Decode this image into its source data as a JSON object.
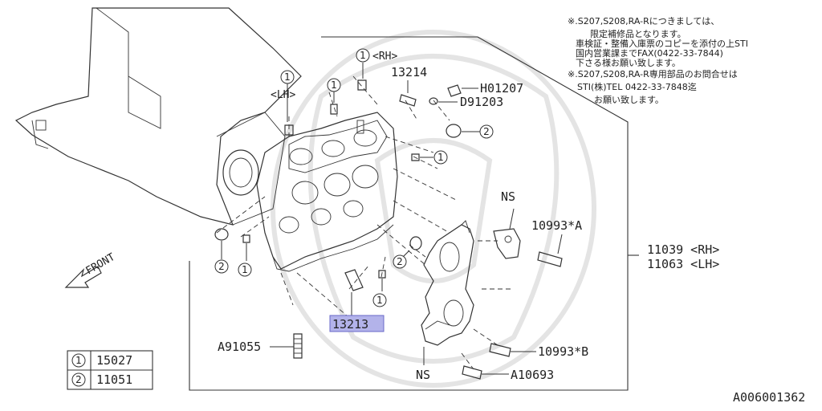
{
  "notes": {
    "line1": "※.S207,S208,RA-Rにつきましては、",
    "line2": "限定補修品となります。",
    "line3": "車検証・整備入庫票のコピーを添付の上STI",
    "line4": "国内営業課までFAX(0422-33-7844)",
    "line5": "下さる様お願い致します。",
    "line6": "※.S207,S208,RA-R専用部品のお問合せは",
    "line7": "STI(株)TEL 0422-33-7848迄",
    "line8": "お願い致します。"
  },
  "callouts": {
    "c1_rh_num": "1",
    "c1_rh_side": "<RH>",
    "c1_lh_num": "1",
    "c1_lh_side": "<LH>",
    "p13214": "13214",
    "h01207": "H01207",
    "d91203": "D91203",
    "c2_a": "2",
    "c1_b": "1",
    "ns_top": "NS",
    "p10993a": "10993*A",
    "p11039": "11039 <RH>",
    "p11063": "11063 <LH>",
    "front": "FRONT",
    "c2_left": "2",
    "c1_left": "1",
    "c2_mid": "2",
    "c1_mid": "1",
    "p13213": "13213",
    "a91055": "A91055",
    "p10993b": "10993*B",
    "ns_bottom": "NS",
    "a10693": "A10693"
  },
  "legend": {
    "rows": [
      {
        "num": "1",
        "part": "15027"
      },
      {
        "num": "2",
        "part": "11051"
      }
    ]
  },
  "footer": {
    "diagram_id": "A006001362"
  },
  "colors": {
    "highlight": "#b3b3ea",
    "line": "#333333",
    "watermark": "#d8d8d8"
  }
}
